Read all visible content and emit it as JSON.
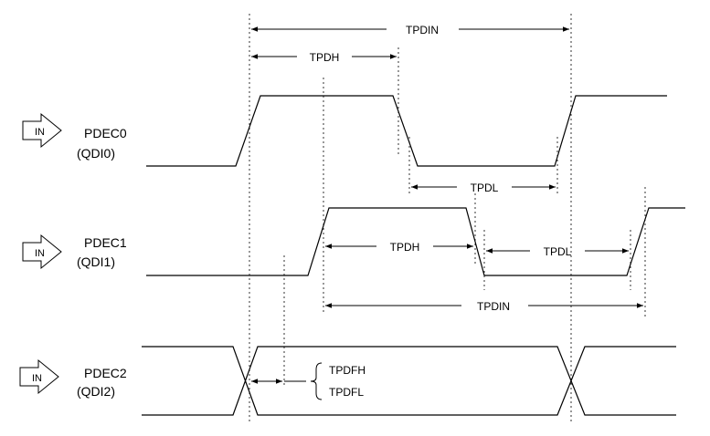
{
  "colors": {
    "line": "#000000",
    "background": "#ffffff"
  },
  "signals": [
    {
      "name": "PDEC0",
      "alias": "(QDI0)",
      "direction": "IN"
    },
    {
      "name": "PDEC1",
      "alias": "(QDI1)",
      "direction": "IN"
    },
    {
      "name": "PDEC2",
      "alias": "(QDI2)",
      "direction": "IN"
    }
  ],
  "measurements": {
    "tpdin_top": "TPDIN",
    "tpdh_0": "TPDH",
    "tpdl_0": "TPDL",
    "tpdh_1": "TPDH",
    "tpdl_1": "TPDL",
    "tpdin_1": "TPDIN",
    "tpdfh": "TPDFH",
    "tpdfl": "TPDFL"
  }
}
